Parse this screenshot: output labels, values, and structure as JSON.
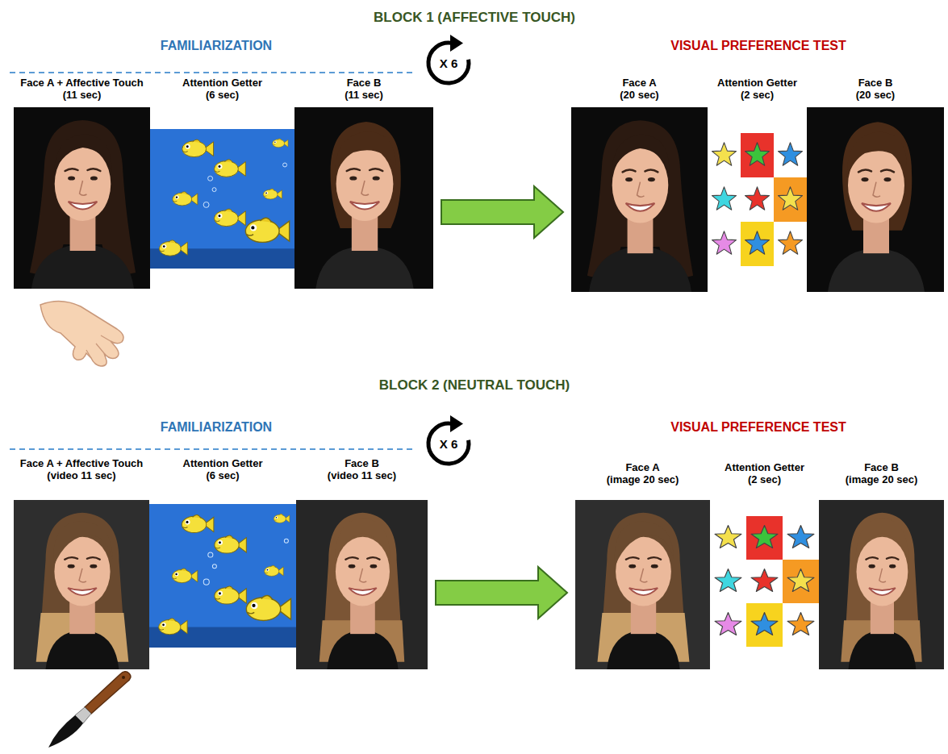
{
  "diagram": {
    "nodes": [
      {
        "text": [
          "Face A + Affective Touch (11 sec)"
        ]
      },
      {
        "text": [
          "Attention Getter (6 sec)"
        ]
      },
      {
        "text": [
          "Face B (11 sec)"
        ]
      },
      {
        "text": [
          "Face A (20 sec)"
        ]
      },
      {
        "text": [
          "Attention Getter (2 sec)"
        ]
      },
      {
        "text": [
          "Face B (20 sec)"
        ]
      },
      {
        "text": [
          "Face A + Affective Touch (video 11 sec)"
        ]
      },
      {
        "text": [
          "Attention Getter (6 sec)"
        ]
      },
      {
        "text": [
          "Face B (video 11 sec)"
        ]
      },
      {
        "text": [
          "Face A (image 20 sec)"
        ]
      },
      {
        "text": [
          "Attention Getter (2 sec)"
        ]
      },
      {
        "text": [
          "Face B (image 20 sec)"
        ]
      }
    ],
    "edges": [
      {
        "from": 2,
        "to": 3,
        "arrow": "to"
      },
      {
        "from": 8,
        "to": 9,
        "arrow": "to"
      }
    ],
    "labels": [
      "BLOCK 1 (AFFECTIVE TOUCH)",
      "FAMILIARIZATION",
      "X 6",
      "VISUAL PREFERENCE TEST",
      "BLOCK 2 (NEUTRAL TOUCH)",
      "FAMILIARIZATION",
      "X 6",
      "VISUAL PREFERENCE TEST"
    ]
  }
}
